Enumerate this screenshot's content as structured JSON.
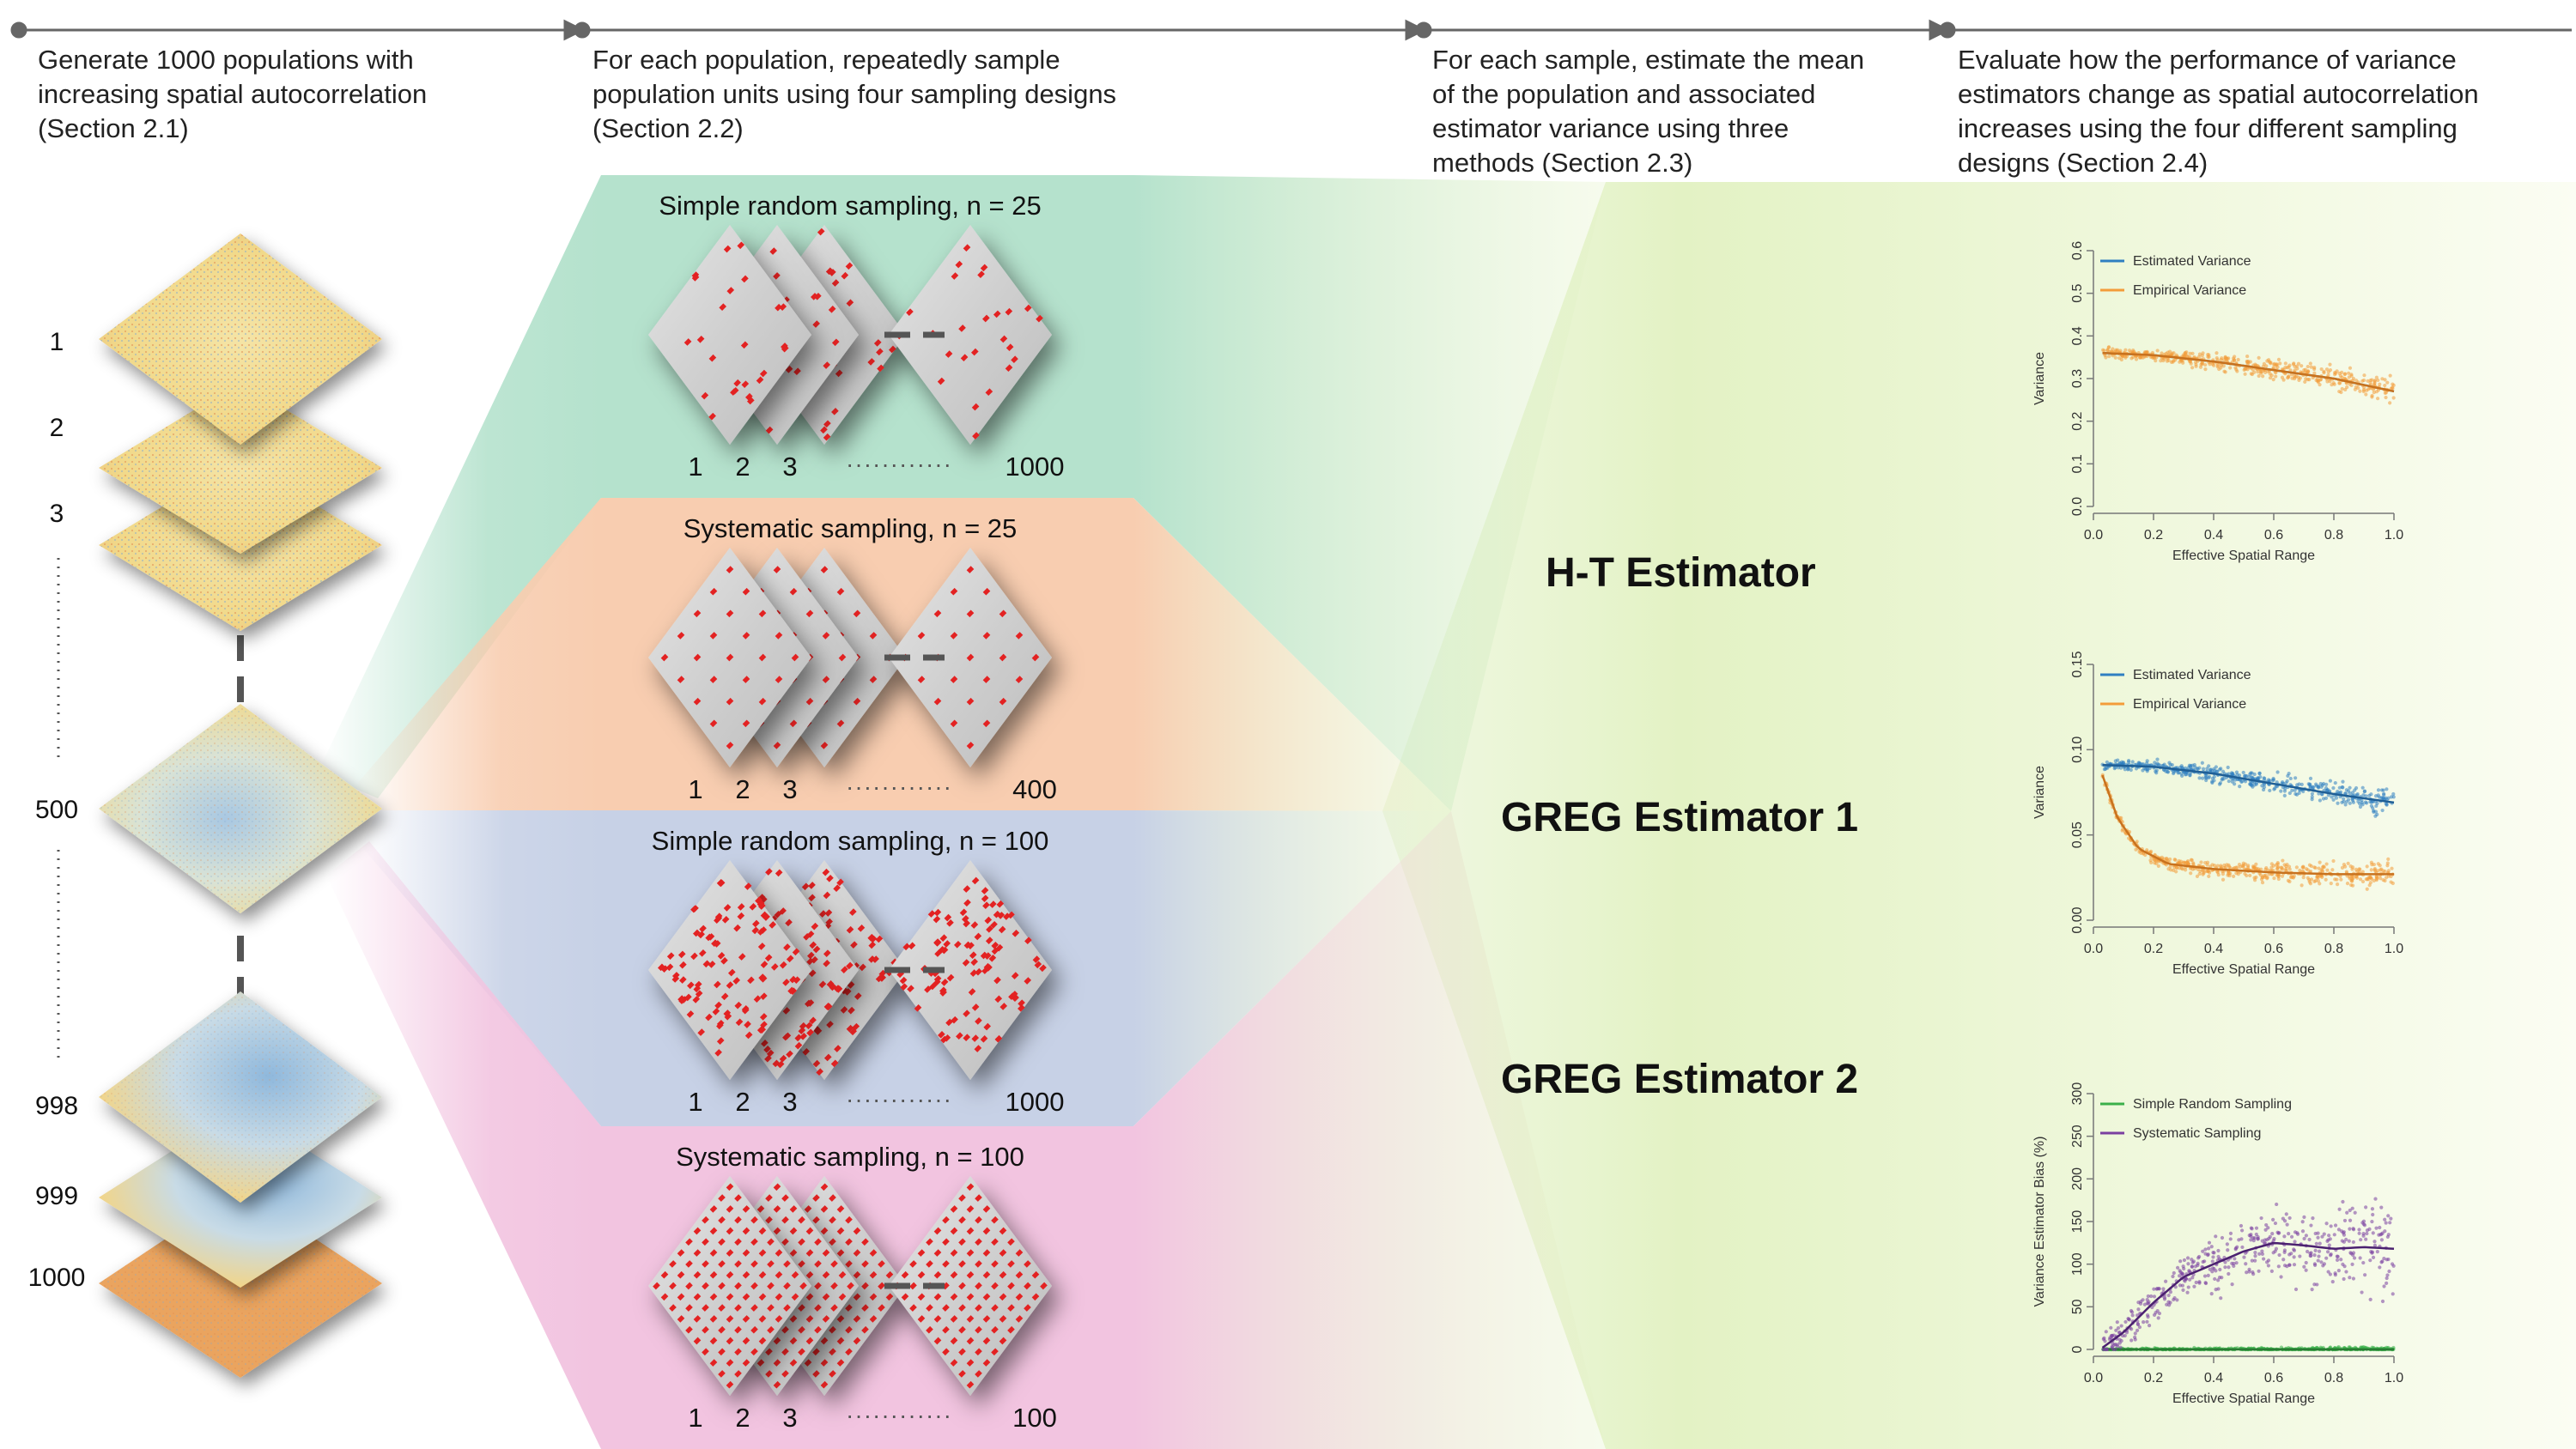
{
  "steps": [
    {
      "line1": "Generate 1000 populations with",
      "line2": "increasing spatial autocorrelation",
      "line3": "(Section 2.1)"
    },
    {
      "line1": "For each population, repeatedly sample",
      "line2": "population units using four sampling designs",
      "line3": "(Section 2.2)"
    },
    {
      "line1": "For each sample, estimate the mean",
      "line2": "of the population and associated",
      "line3": "estimator variance using three",
      "line4": "methods (Section 2.3)"
    },
    {
      "line1": "Evaluate how the performance of variance",
      "line2": "estimators change as spatial autocorrelation",
      "line3": "increases using the four different sampling",
      "line4": "designs (Section 2.4)"
    }
  ],
  "populations": {
    "labels": [
      "1",
      "2",
      "3",
      "500",
      "998",
      "999",
      "1000"
    ]
  },
  "sampling": [
    {
      "title": "Simple random sampling, n = 25",
      "idx1": "1",
      "idx2": "2",
      "idx3": "3",
      "dots": "············",
      "last": "1000",
      "color": "#b5e2cd"
    },
    {
      "title": "Systematic sampling, n = 25",
      "idx1": "1",
      "idx2": "2",
      "idx3": "3",
      "dots": "············",
      "last": "400",
      "color": "#f8cdb0"
    },
    {
      "title": "Simple random sampling, n = 100",
      "idx1": "1",
      "idx2": "2",
      "idx3": "3",
      "dots": "············",
      "last": "1000",
      "color": "#c7d1e6"
    },
    {
      "title": "Systematic sampling, n = 100",
      "idx1": "1",
      "idx2": "2",
      "idx3": "3",
      "dots": "············",
      "last": "100",
      "color": "#f2c4e0"
    }
  ],
  "estimators": [
    {
      "label": "H-T Estimator"
    },
    {
      "label": "GREG Estimator 1"
    },
    {
      "label": "GREG Estimator 2"
    }
  ],
  "chart_data": [
    {
      "type": "scatter",
      "title": "",
      "xlabel": "Effective Spatial Range",
      "ylabel": "Variance",
      "xlim": [
        0,
        1.0
      ],
      "ylim": [
        0,
        0.6
      ],
      "xticks": [
        "0.0",
        "0.2",
        "0.4",
        "0.6",
        "0.8",
        "1.0"
      ],
      "yticks": [
        "0.0",
        "0.1",
        "0.2",
        "0.3",
        "0.4",
        "0.5",
        "0.6"
      ],
      "legend_position": "top-left",
      "series": [
        {
          "name": "Estimated Variance",
          "color": "#2f7fc1",
          "x": [
            0.03,
            0.2,
            0.4,
            0.6,
            0.8,
            1.0
          ],
          "values": [
            0.36,
            0.355,
            0.34,
            0.32,
            0.3,
            0.27
          ]
        },
        {
          "name": "Empirical Variance",
          "color": "#f39c3a",
          "x": [
            0.03,
            0.2,
            0.4,
            0.6,
            0.8,
            1.0
          ],
          "values": [
            0.36,
            0.355,
            0.34,
            0.32,
            0.3,
            0.27
          ]
        }
      ]
    },
    {
      "type": "scatter",
      "title": "",
      "xlabel": "Effective Spatial Range",
      "ylabel": "Variance",
      "xlim": [
        0,
        1.0
      ],
      "ylim": [
        0,
        0.15
      ],
      "xticks": [
        "0.0",
        "0.2",
        "0.4",
        "0.6",
        "0.8",
        "1.0"
      ],
      "yticks": [
        "0.00",
        "0.05",
        "0.10",
        "0.15"
      ],
      "legend_position": "top-left",
      "series": [
        {
          "name": "Estimated Variance",
          "color": "#2f7fc1",
          "x": [
            0.03,
            0.2,
            0.4,
            0.6,
            0.8,
            1.0
          ],
          "values": [
            0.091,
            0.09,
            0.086,
            0.08,
            0.074,
            0.069
          ]
        },
        {
          "name": "Empirical Variance",
          "color": "#f39c3a",
          "x": [
            0.03,
            0.08,
            0.15,
            0.25,
            0.4,
            0.6,
            0.8,
            1.0
          ],
          "values": [
            0.085,
            0.06,
            0.042,
            0.033,
            0.03,
            0.028,
            0.027,
            0.027
          ]
        }
      ]
    },
    {
      "type": "scatter",
      "title": "",
      "xlabel": "Effective Spatial Range",
      "ylabel": "Variance Estimator Bias (%)",
      "xlim": [
        0,
        1.0
      ],
      "ylim": [
        0,
        300
      ],
      "xticks": [
        "0.0",
        "0.2",
        "0.4",
        "0.6",
        "0.8",
        "1.0"
      ],
      "yticks": [
        "0",
        "50",
        "100",
        "150",
        "200",
        "250",
        "300"
      ],
      "legend_position": "top-left",
      "series": [
        {
          "name": "Simple Random Sampling",
          "color": "#3bb04a",
          "x": [
            0.03,
            0.2,
            0.4,
            0.6,
            0.8,
            1.0
          ],
          "values": [
            0,
            0,
            0,
            0,
            0,
            0
          ]
        },
        {
          "name": "Systematic Sampling",
          "color": "#7a3fa0",
          "x": [
            0.03,
            0.1,
            0.2,
            0.3,
            0.4,
            0.5,
            0.6,
            0.7,
            0.8,
            0.9,
            1.0
          ],
          "values": [
            2,
            20,
            55,
            85,
            100,
            115,
            125,
            122,
            118,
            120,
            118
          ]
        }
      ]
    }
  ]
}
